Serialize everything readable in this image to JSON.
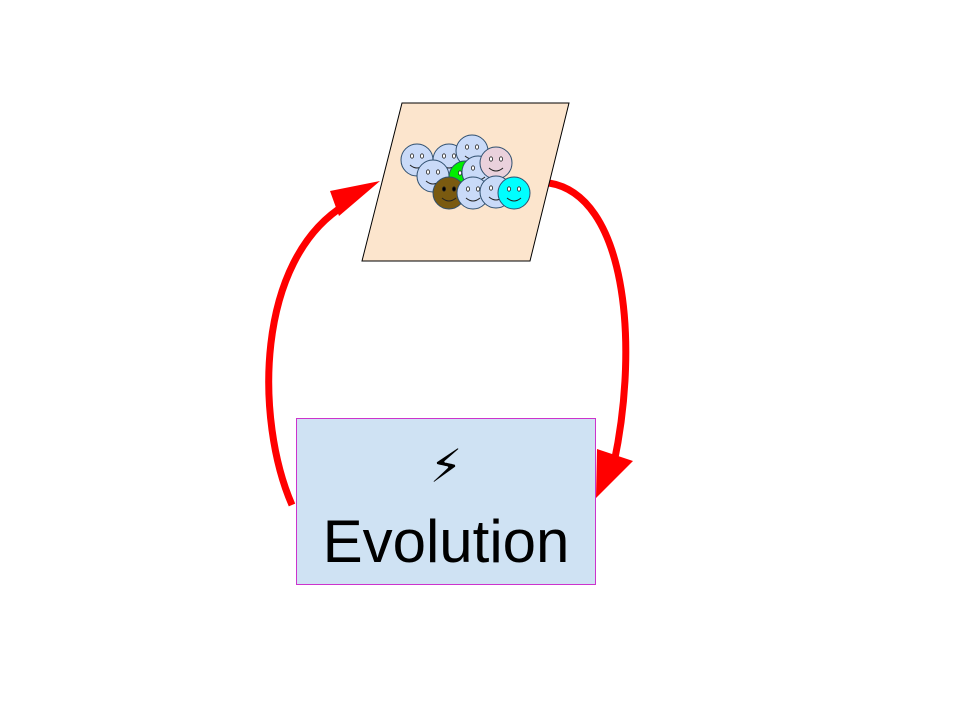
{
  "colors": {
    "arrow": "#ff0000",
    "population_fill": "#fce5cd",
    "box_fill": "#cfe2f3",
    "box_border": "#cc33cc",
    "face_light_blue": "#c9daf8",
    "face_green": "#00ee00",
    "face_brown": "#7a5a10",
    "face_pink": "#ead1dc",
    "face_cyan": "#00ffff"
  },
  "population": {
    "icon": "parallelogram-with-smiley-faces",
    "faces": [
      {
        "color": "light-blue"
      },
      {
        "color": "light-blue"
      },
      {
        "color": "light-blue"
      },
      {
        "color": "light-blue"
      },
      {
        "color": "green"
      },
      {
        "color": "light-blue"
      },
      {
        "color": "pink"
      },
      {
        "color": "brown"
      },
      {
        "color": "light-blue"
      },
      {
        "color": "light-blue"
      },
      {
        "color": "cyan"
      }
    ]
  },
  "evolution_box": {
    "symbol": "⚡",
    "label": "Evolution"
  }
}
